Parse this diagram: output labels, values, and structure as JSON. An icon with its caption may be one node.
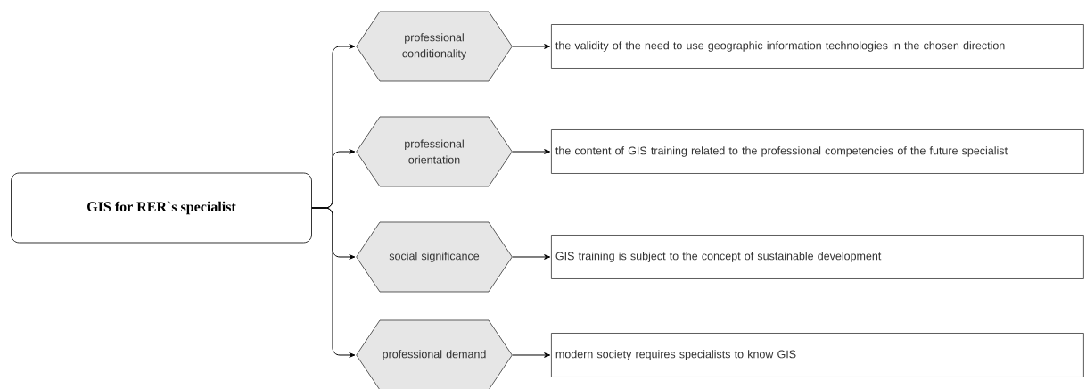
{
  "diagram": {
    "nodes": [
      {
        "text": [
          "GIS for RER`s specialist"
        ]
      },
      {
        "text": [
          "professional conditionality"
        ]
      },
      {
        "text": [
          "professional orientation"
        ]
      },
      {
        "text": [
          "social significance"
        ]
      },
      {
        "text": [
          "professional demand"
        ]
      },
      {
        "text": [
          "the validity of the need to use geographic information technologies in the chosen direction"
        ]
      },
      {
        "text": [
          "the content of GIS training related to the professional competencies of the future specialist"
        ]
      },
      {
        "text": [
          "GIS training is subject to the concept of sustainable development"
        ]
      },
      {
        "text": [
          "modern society requires specialists to know GIS"
        ]
      }
    ],
    "edges": [
      {
        "from": 0,
        "to": 1,
        "arrow": "to"
      },
      {
        "from": 0,
        "to": 2,
        "arrow": "to"
      },
      {
        "from": 0,
        "to": 3,
        "arrow": "to"
      },
      {
        "from": 0,
        "to": 4,
        "arrow": "to"
      },
      {
        "from": 1,
        "to": 5,
        "arrow": "to"
      },
      {
        "from": 2,
        "to": 6,
        "arrow": "to"
      },
      {
        "from": 3,
        "to": 7,
        "arrow": "to"
      },
      {
        "from": 4,
        "to": 8,
        "arrow": "to"
      }
    ]
  }
}
